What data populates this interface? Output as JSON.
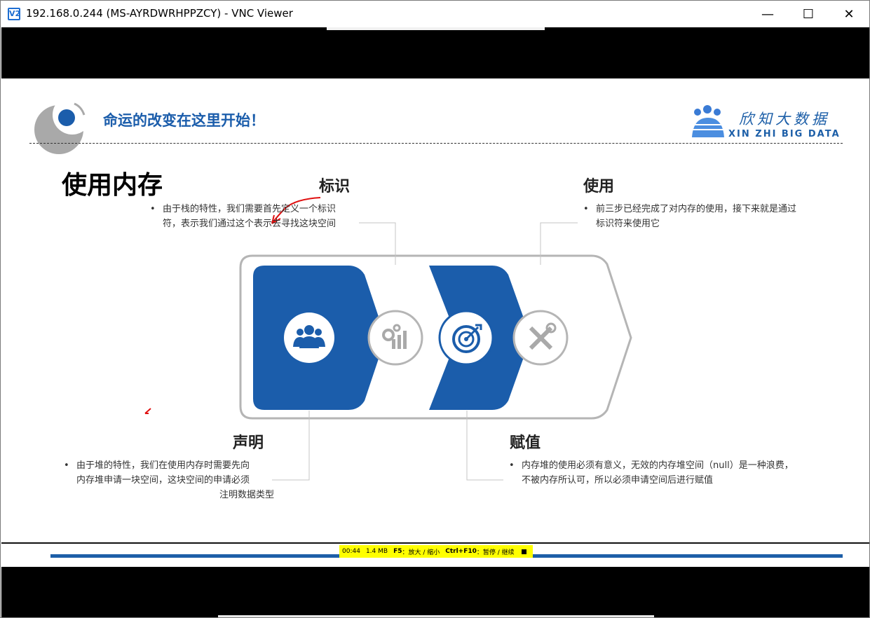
{
  "window": {
    "title": "192.168.0.244 (MS-AYRDWRHPPZCY) - VNC Viewer",
    "app_icon": "V2",
    "controls": {
      "minimize": "—",
      "maximize": "☐",
      "close": "✕"
    }
  },
  "slide": {
    "header_title": "命运的改变在这里开始！",
    "logo_cn": "欣知大数据",
    "logo_en": "XIN ZHI BIG DATA",
    "page_title": "使用内存",
    "steps": [
      {
        "heading": "标识",
        "bullet": "•",
        "lines": [
          "由于栈的特性，我们需要首先定义一个标识",
          "符，表示我们通过这个表示去寻找这块空间"
        ]
      },
      {
        "heading": "使用",
        "bullet": "•",
        "lines": [
          "前三步已经完成了对内存的使用，接下来就是通过",
          "标识符来使用它"
        ]
      },
      {
        "heading": "声明",
        "bullet": "•",
        "lines": [
          "由于堆的特性，我们在使用内存时需要先向",
          "内存堆申请一块空间，这块空间的申请必须",
          "注明数据类型"
        ]
      },
      {
        "heading": "赋值",
        "bullet": "•",
        "lines": [
          "内存堆的使用必须有意义，无效的内存堆空间（null）是一种浪费，",
          "不被内存所认可，所以必须申请空间后进行赋值"
        ]
      }
    ],
    "icons": [
      "users-icon",
      "gears-chart-icon",
      "target-icon",
      "tools-icon"
    ]
  },
  "status_bar": {
    "time": "00:44",
    "size": "1.4 MB",
    "key1": "F5",
    "key1_action": "：放大 / 缩小",
    "key2": "Ctrl+F10",
    "key2_action": "：暂停 / 继续"
  },
  "colors": {
    "brand_blue": "#1b5dab",
    "annotation_red": "#e01010",
    "status_yellow": "#ffff00"
  }
}
